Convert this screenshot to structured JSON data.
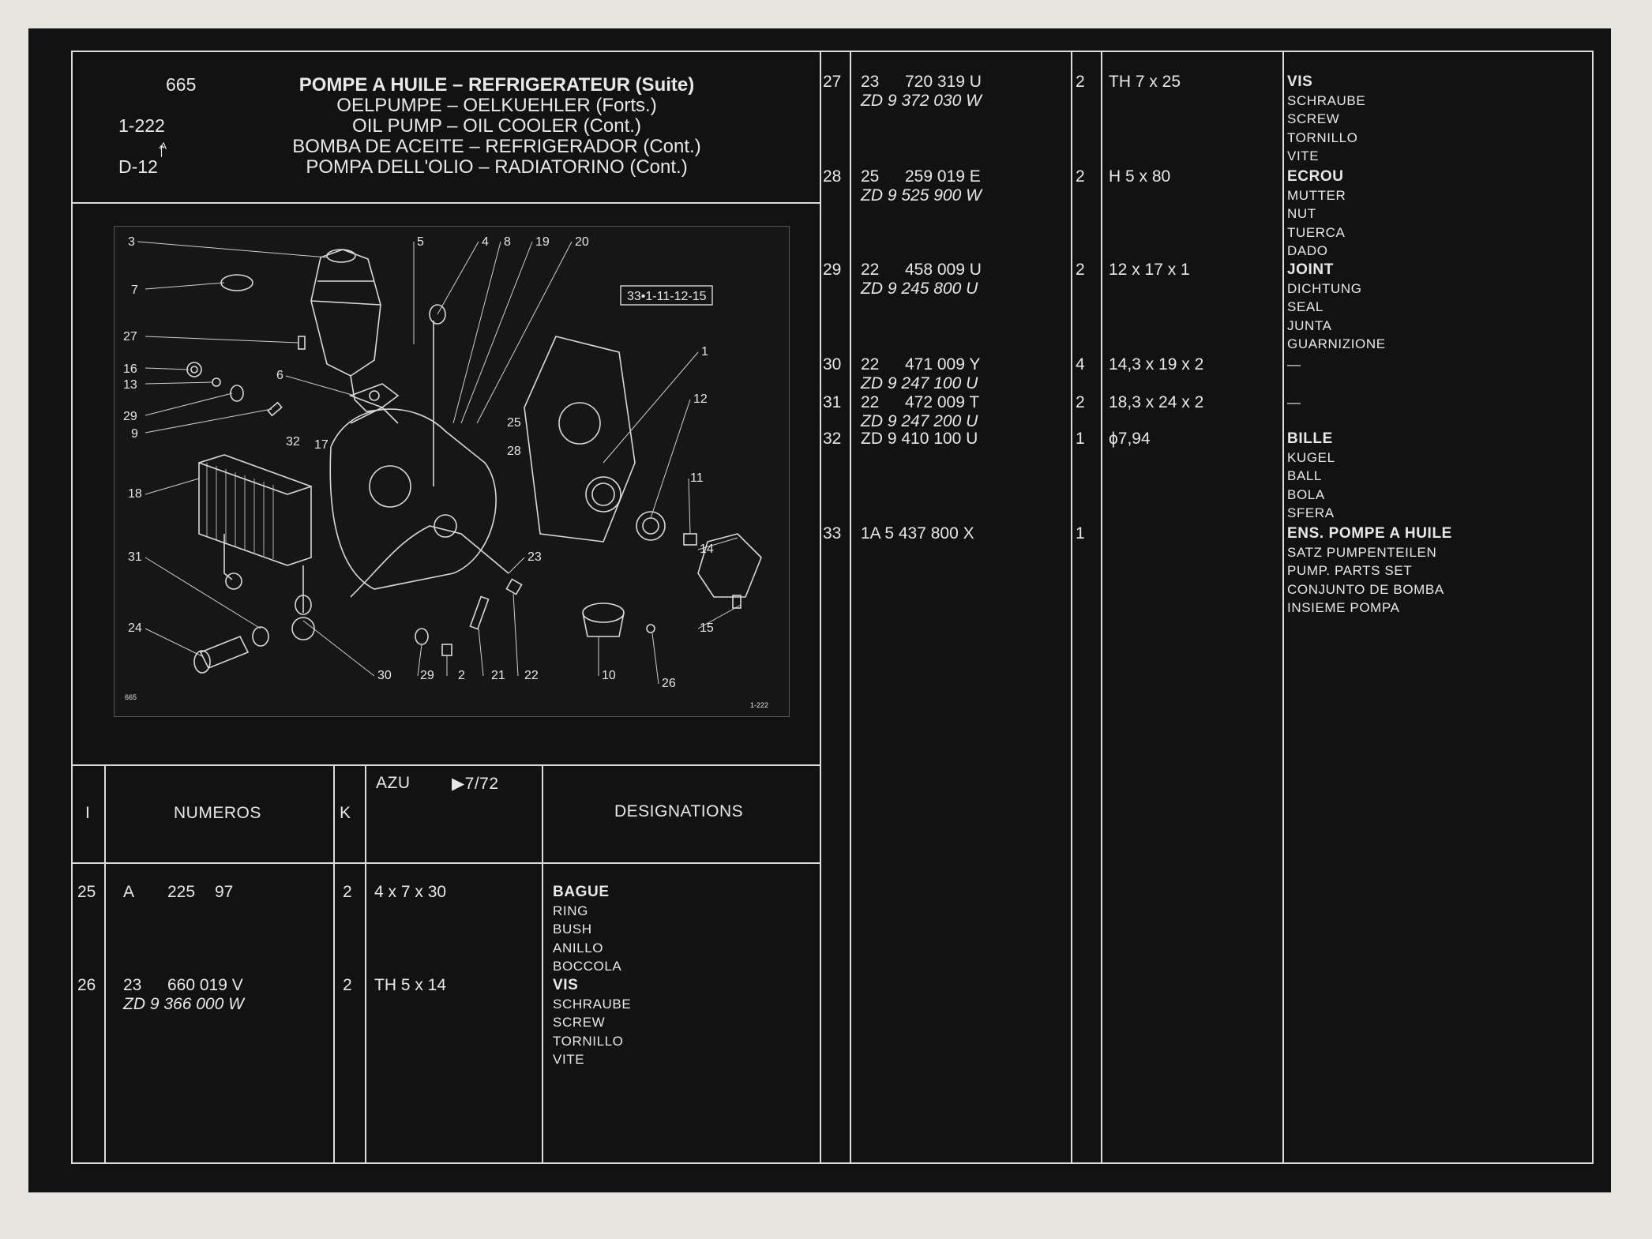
{
  "header": {
    "page_no": "665",
    "ref_1": "1-222",
    "ref_2": "D-12",
    "arrow_letter": "A",
    "titles": [
      "POMPE A HUILE – REFRIGERATEUR (Suite)",
      "OELPUMPE – OELKUEHLER (Forts.)",
      "OIL PUMP – OIL COOLER (Cont.)",
      "BOMBA DE ACEITE – REFRIGERADOR (Cont.)",
      "POMPA DELL'OLIO – RADIATORINO (Cont.)"
    ]
  },
  "diagram": {
    "ref_box": "33•1-11-12-15",
    "corner_left": "665",
    "corner_right": "1-222",
    "callouts": [
      "3",
      "5",
      "4",
      "8",
      "19",
      "20",
      "7",
      "27",
      "16",
      "13",
      "29",
      "9",
      "6",
      "1",
      "12",
      "32",
      "17",
      "25",
      "28",
      "11",
      "18",
      "23",
      "14",
      "31",
      "15",
      "24",
      "30",
      "29",
      "2",
      "21",
      "22",
      "10",
      "26"
    ]
  },
  "columns": {
    "index": "I",
    "numbers": "NUMEROS",
    "qty": "K",
    "azu": "AZU",
    "azu_date": "▶7/72",
    "designations": "DESIGNATIONS"
  },
  "left_rows": [
    {
      "idx": "25",
      "num_a": "A",
      "num_b": "225",
      "num_c": "97",
      "num_alt": "",
      "qty": "2",
      "dim": "4 x 7 x 30",
      "desc": [
        "BAGUE",
        "RING",
        "BUSH",
        "ANILLO",
        "BOCCOLA"
      ]
    },
    {
      "idx": "26",
      "num_a": "23",
      "num_b": "660 019 V",
      "num_c": "",
      "num_alt": "ZD 9 366 000 W",
      "qty": "2",
      "dim": "TH 5 x 14",
      "desc": [
        "VIS",
        "SCHRAUBE",
        "SCREW",
        "TORNILLO",
        "VITE"
      ]
    }
  ],
  "right_rows": [
    {
      "idx": "27",
      "num_a": "23",
      "num_b": "720 319 U",
      "num_alt": "ZD 9 372 030 W",
      "qty": "2",
      "dim": "TH 7 x 25",
      "desc": [
        "VIS",
        "SCHRAUBE",
        "SCREW",
        "TORNILLO",
        "VITE"
      ]
    },
    {
      "idx": "28",
      "num_a": "25",
      "num_b": "259 019 E",
      "num_alt": "ZD 9 525 900 W",
      "qty": "2",
      "dim": "H 5 x 80",
      "desc": [
        "ECROU",
        "MUTTER",
        "NUT",
        "TUERCA",
        "DADO"
      ]
    },
    {
      "idx": "29",
      "num_a": "22",
      "num_b": "458 009 U",
      "num_alt": "ZD 9 245 800 U",
      "qty": "2",
      "dim": "12 x 17 x 1",
      "desc": [
        "JOINT",
        "DICHTUNG",
        "SEAL",
        "JUNTA",
        "GUARNIZIONE"
      ]
    },
    {
      "idx": "30",
      "num_a": "22",
      "num_b": "471 009 Y",
      "num_alt": "ZD 9 247 100 U",
      "qty": "4",
      "dim": "14,3 x 19 x 2",
      "desc": [
        "—"
      ]
    },
    {
      "idx": "31",
      "num_a": "22",
      "num_b": "472 009 T",
      "num_alt": "ZD 9 247 200 U",
      "qty": "2",
      "dim": "18,3 x 24 x 2",
      "desc": [
        "—"
      ]
    },
    {
      "idx": "32",
      "num_a": "ZD 9 410 100 U",
      "num_b": "",
      "num_alt": "",
      "qty": "1",
      "dim": "ϕ7,94",
      "desc": [
        "BILLE",
        "KUGEL",
        "BALL",
        "BOLA",
        "SFERA"
      ]
    },
    {
      "idx": "33",
      "num_a": "1A 5 437 800 X",
      "num_b": "",
      "num_alt": "",
      "qty": "1",
      "dim": "",
      "desc": [
        "ENS. POMPE A HUILE",
        "SATZ PUMPENTEILEN",
        "PUMP. PARTS SET",
        "CONJUNTO DE BOMBA",
        "INSIEME POMPA"
      ]
    }
  ]
}
